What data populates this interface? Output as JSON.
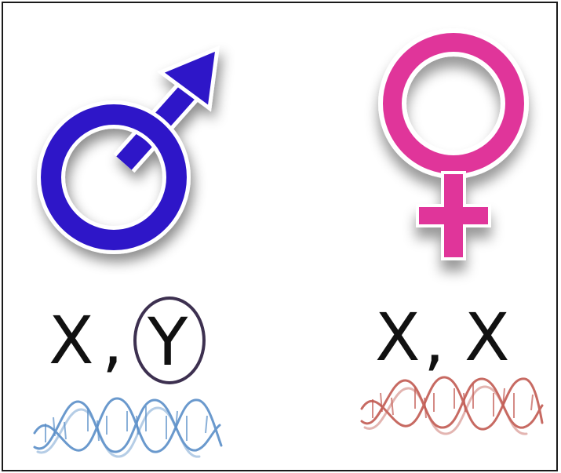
{
  "male": {
    "symbol_color": "#2d16c8",
    "chromosomes": {
      "first": "X",
      "separator": ",",
      "second": "Y",
      "highlight_color": "#3d3050"
    },
    "dna_color": "#5a8fc8"
  },
  "female": {
    "symbol_color": "#e0359a",
    "chromosomes": {
      "first": "X",
      "separator": ",",
      "second": "X"
    },
    "dna_color": "#c25a52"
  }
}
